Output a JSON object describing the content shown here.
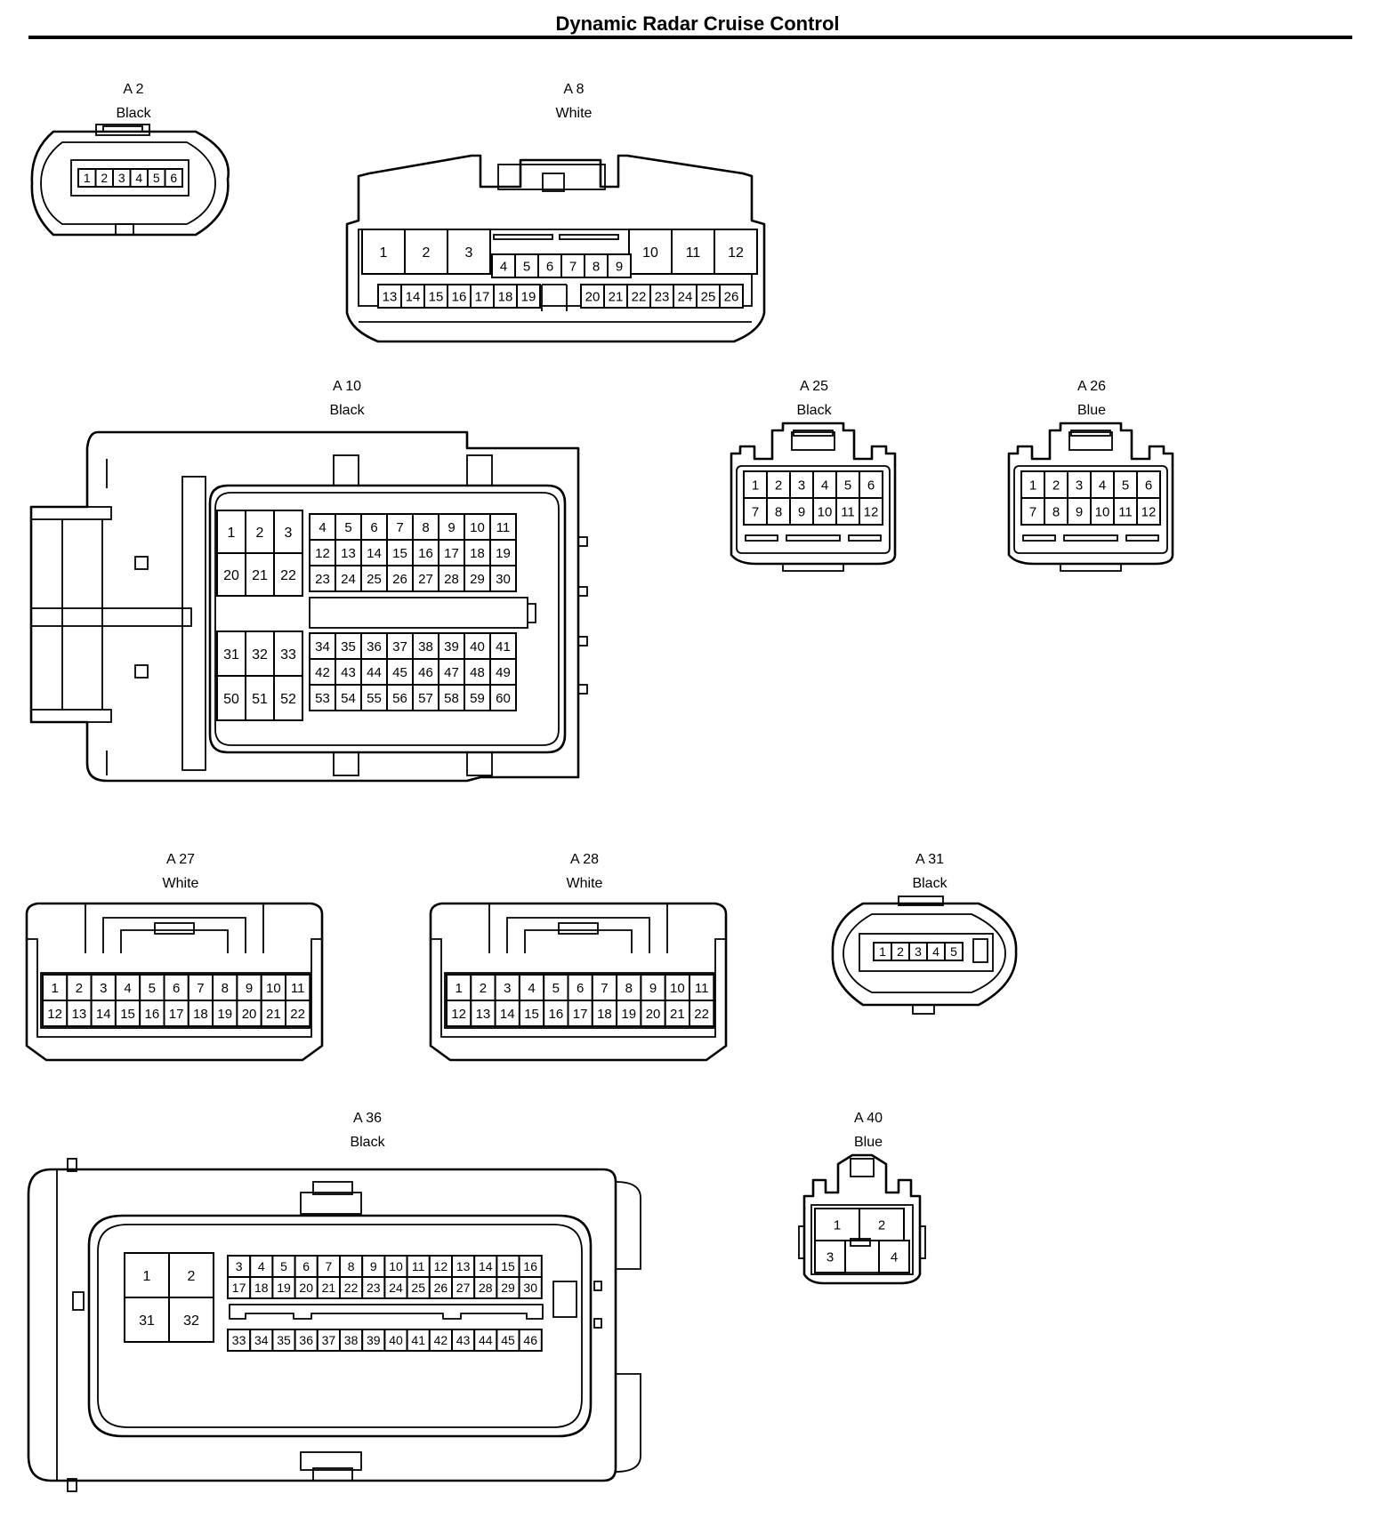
{
  "page": {
    "title": "Dynamic Radar Cruise Control"
  },
  "connectors": [
    {
      "id": "A 2",
      "color": "Black",
      "terminals": [
        "1",
        "2",
        "3",
        "4",
        "5",
        "6"
      ]
    },
    {
      "id": "A 8",
      "color": "White",
      "rows": [
        [
          "1",
          "2",
          "3",
          "4",
          "5",
          "6",
          "7",
          "8",
          "9",
          "10",
          "11",
          "12"
        ],
        [
          "13",
          "14",
          "15",
          "16",
          "17",
          "18",
          "19",
          "20",
          "21",
          "22",
          "23",
          "24",
          "25",
          "26"
        ]
      ]
    },
    {
      "id": "A 10",
      "color": "Black",
      "blocks": [
        [
          "1",
          "2",
          "3",
          "20",
          "21",
          "22"
        ],
        [
          "4",
          "5",
          "6",
          "7",
          "8",
          "9",
          "10",
          "11",
          "12",
          "13",
          "14",
          "15",
          "16",
          "17",
          "18",
          "19",
          "23",
          "24",
          "25",
          "26",
          "27",
          "28",
          "29",
          "30"
        ],
        [
          "31",
          "32",
          "33",
          "50",
          "51",
          "52"
        ],
        [
          "34",
          "35",
          "36",
          "37",
          "38",
          "39",
          "40",
          "41",
          "42",
          "43",
          "44",
          "45",
          "46",
          "47",
          "48",
          "49",
          "53",
          "54",
          "55",
          "56",
          "57",
          "58",
          "59",
          "60"
        ]
      ]
    },
    {
      "id": "A 25",
      "color": "Black",
      "rows": [
        [
          "1",
          "2",
          "3",
          "4",
          "5",
          "6"
        ],
        [
          "7",
          "8",
          "9",
          "10",
          "11",
          "12"
        ]
      ]
    },
    {
      "id": "A 26",
      "color": "Blue",
      "rows": [
        [
          "1",
          "2",
          "3",
          "4",
          "5",
          "6"
        ],
        [
          "7",
          "8",
          "9",
          "10",
          "11",
          "12"
        ]
      ]
    },
    {
      "id": "A 27",
      "color": "White",
      "rows": [
        [
          "1",
          "2",
          "3",
          "4",
          "5",
          "6",
          "7",
          "8",
          "9",
          "10",
          "11"
        ],
        [
          "12",
          "13",
          "14",
          "15",
          "16",
          "17",
          "18",
          "19",
          "20",
          "21",
          "22"
        ]
      ]
    },
    {
      "id": "A 28",
      "color": "White",
      "rows": [
        [
          "1",
          "2",
          "3",
          "4",
          "5",
          "6",
          "7",
          "8",
          "9",
          "10",
          "11"
        ],
        [
          "12",
          "13",
          "14",
          "15",
          "16",
          "17",
          "18",
          "19",
          "20",
          "21",
          "22"
        ]
      ]
    },
    {
      "id": "A 31",
      "color": "Black",
      "terminals": [
        "1",
        "2",
        "3",
        "4",
        "5"
      ]
    },
    {
      "id": "A 36",
      "color": "Black",
      "blocks": [
        [
          "1",
          "2",
          "31",
          "32"
        ],
        [
          "3",
          "4",
          "5",
          "6",
          "7",
          "8",
          "9",
          "10",
          "11",
          "12",
          "13",
          "14",
          "15",
          "16"
        ],
        [
          "17",
          "18",
          "19",
          "20",
          "21",
          "22",
          "23",
          "24",
          "25",
          "26",
          "27",
          "28",
          "29",
          "30"
        ],
        [
          "33",
          "34",
          "35",
          "36",
          "37",
          "38",
          "39",
          "40",
          "41",
          "42",
          "43",
          "44",
          "45",
          "46"
        ]
      ]
    },
    {
      "id": "A 40",
      "color": "Blue",
      "terminals": [
        "1",
        "2",
        "3",
        "4"
      ]
    }
  ]
}
